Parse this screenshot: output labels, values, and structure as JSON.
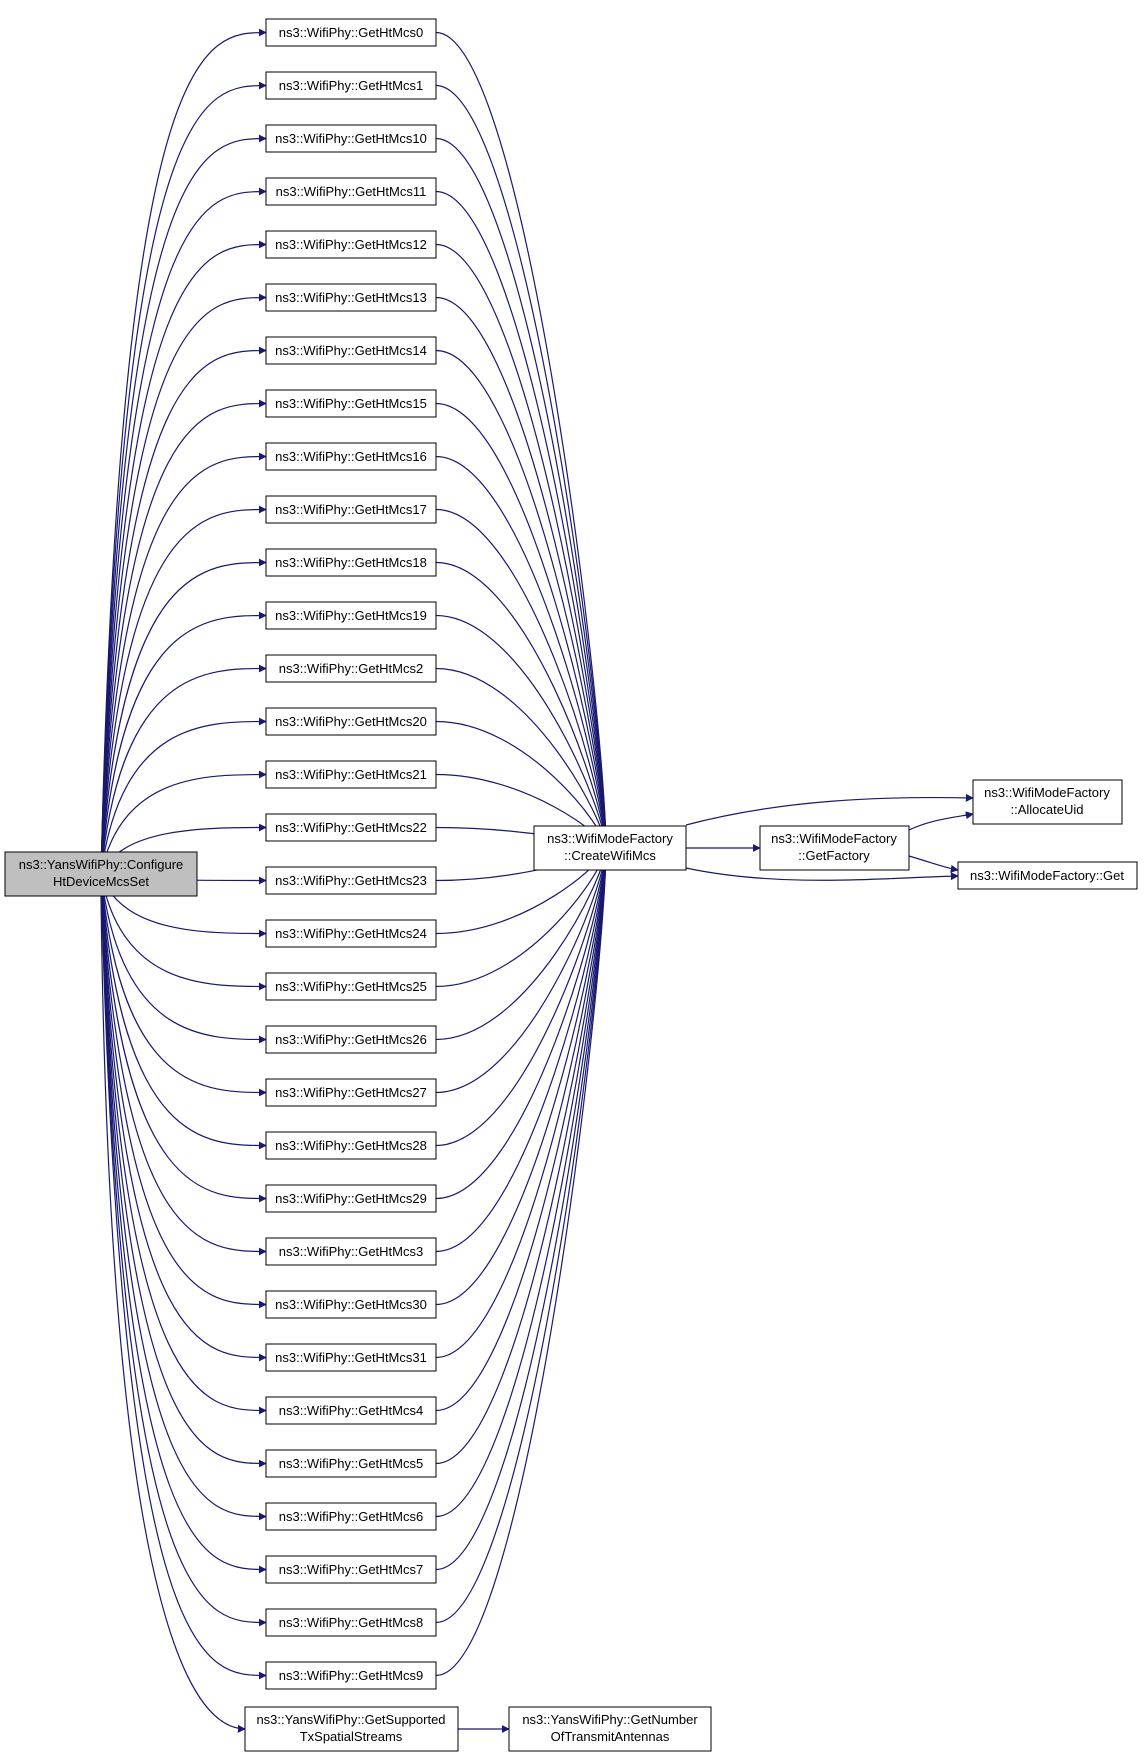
{
  "root": {
    "line1": "ns3::YansWifiPhy::Configure",
    "line2": "HtDeviceMcsSet"
  },
  "getters": [
    "ns3::WifiPhy::GetHtMcs0",
    "ns3::WifiPhy::GetHtMcs1",
    "ns3::WifiPhy::GetHtMcs10",
    "ns3::WifiPhy::GetHtMcs11",
    "ns3::WifiPhy::GetHtMcs12",
    "ns3::WifiPhy::GetHtMcs13",
    "ns3::WifiPhy::GetHtMcs14",
    "ns3::WifiPhy::GetHtMcs15",
    "ns3::WifiPhy::GetHtMcs16",
    "ns3::WifiPhy::GetHtMcs17",
    "ns3::WifiPhy::GetHtMcs18",
    "ns3::WifiPhy::GetHtMcs19",
    "ns3::WifiPhy::GetHtMcs2",
    "ns3::WifiPhy::GetHtMcs20",
    "ns3::WifiPhy::GetHtMcs21",
    "ns3::WifiPhy::GetHtMcs22",
    "ns3::WifiPhy::GetHtMcs23",
    "ns3::WifiPhy::GetHtMcs24",
    "ns3::WifiPhy::GetHtMcs25",
    "ns3::WifiPhy::GetHtMcs26",
    "ns3::WifiPhy::GetHtMcs27",
    "ns3::WifiPhy::GetHtMcs28",
    "ns3::WifiPhy::GetHtMcs29",
    "ns3::WifiPhy::GetHtMcs3",
    "ns3::WifiPhy::GetHtMcs30",
    "ns3::WifiPhy::GetHtMcs31",
    "ns3::WifiPhy::GetHtMcs4",
    "ns3::WifiPhy::GetHtMcs5",
    "ns3::WifiPhy::GetHtMcs6",
    "ns3::WifiPhy::GetHtMcs7",
    "ns3::WifiPhy::GetHtMcs8",
    "ns3::WifiPhy::GetHtMcs9"
  ],
  "supported": {
    "line1": "ns3::YansWifiPhy::GetSupported",
    "line2": "TxSpatialStreams"
  },
  "antennas": {
    "line1": "ns3::YansWifiPhy::GetNumber",
    "line2": "OfTransmitAntennas"
  },
  "create": {
    "line1": "ns3::WifiModeFactory",
    "line2": "::CreateWifiMcs"
  },
  "factory": {
    "line1": "ns3::WifiModeFactory",
    "line2": "::GetFactory"
  },
  "allocate": {
    "line1": "ns3::WifiModeFactory",
    "line2": "::AllocateUid"
  },
  "get": {
    "line1": "ns3::WifiModeFactory::Get"
  },
  "colors": {
    "edge": "#191970",
    "root_fill": "#bfbfbf",
    "node_fill": "#ffffff",
    "border": "#000000"
  }
}
